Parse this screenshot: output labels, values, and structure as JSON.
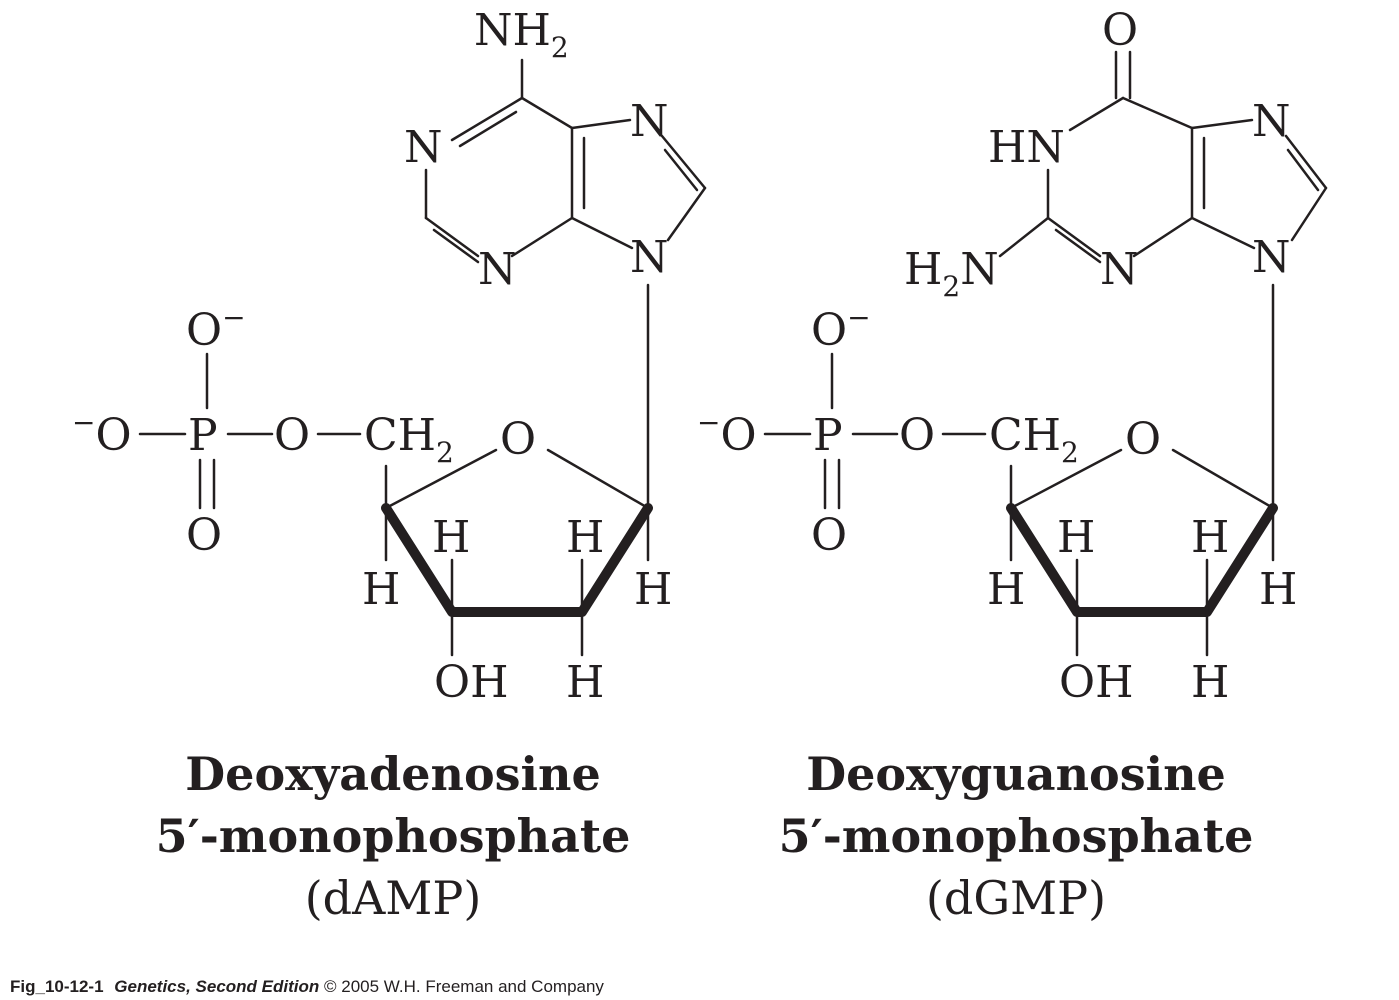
{
  "molecules": [
    {
      "atoms": {
        "amine": "NH",
        "amine_sub": "2",
        "n1": "N",
        "n3": "N",
        "n7": "N",
        "n9": "N",
        "o_minus_top": "O",
        "minus_top": "−",
        "minus_left": "−",
        "o_left": "O",
        "p": "P",
        "o_bridge": "O",
        "ch2": "CH",
        "ch2_sub": "2",
        "o_ring": "O",
        "o_double": "O",
        "h_c4": "H",
        "h_c3": "H",
        "h_c2_top": "H",
        "h_c1": "H",
        "oh": "OH",
        "h_c2_bottom": "H"
      },
      "name_line1": "Deoxyadenosine",
      "name_line2": "5′-monophosphate",
      "abbreviation": "(dAMP)"
    },
    {
      "atoms": {
        "carbonyl_o": "O",
        "hn": "HN",
        "n3": "N",
        "n7": "N",
        "n9": "N",
        "amine_h": "H",
        "amine_sub": "2",
        "amine_n": "N",
        "o_minus_top": "O",
        "minus_top": "−",
        "minus_left": "−",
        "o_left": "O",
        "p": "P",
        "o_bridge": "O",
        "ch2": "CH",
        "ch2_sub": "2",
        "o_ring": "O",
        "o_double": "O",
        "h_c4": "H",
        "h_c3": "H",
        "h_c2_top": "H",
        "h_c1": "H",
        "oh": "OH",
        "h_c2_bottom": "H"
      },
      "name_line1": "Deoxyguanosine",
      "name_line2": "5′-monophosphate",
      "abbreviation": "(dGMP)"
    }
  ],
  "credit": {
    "figure_id": "Fig_10-12-1",
    "book": "Genetics, Second Edition",
    "copyright": "© 2005 W.H. Freeman and Company"
  }
}
